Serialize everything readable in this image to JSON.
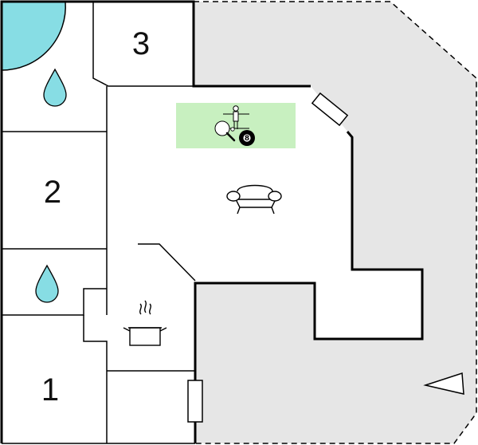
{
  "floorplan": {
    "rooms": [
      {
        "id": "bedroom-1",
        "label": "1"
      },
      {
        "id": "bedroom-2",
        "label": "2"
      },
      {
        "id": "bedroom-3",
        "label": "3"
      }
    ],
    "icons": {
      "bathroom": "water-drop-icon",
      "kitchen": "cooking-pot-icon",
      "living": "sofa-icon",
      "games": [
        "table-tennis-icon",
        "table-football-icon",
        "billiard-ball-icon"
      ],
      "outdoor": "pool-icon",
      "entrance": "entrance-arrow-icon"
    },
    "billiard_ball_number": "8",
    "colors": {
      "wall": "#000000",
      "terrace": "#e6e6e6",
      "pool": "#87dde4",
      "water_drop": "#87dde4",
      "game_area": "#c8f0c0"
    }
  }
}
